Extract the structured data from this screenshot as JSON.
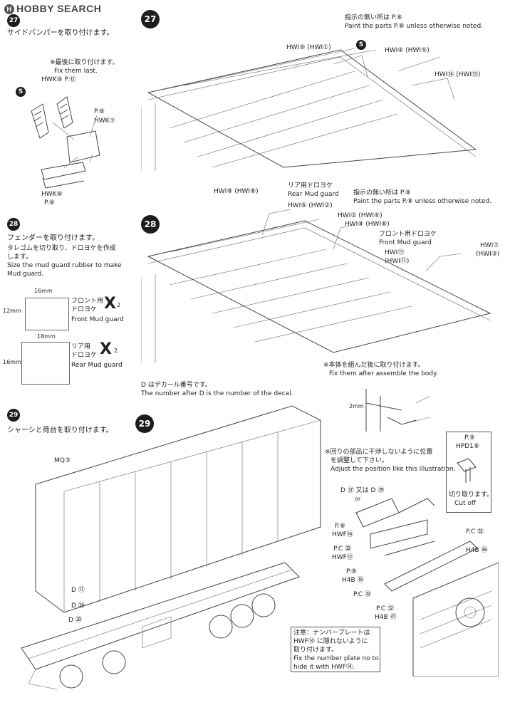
{
  "watermark": {
    "text": "HOBBY SEARCH"
  },
  "steps": {
    "s27_small": {
      "num": "27",
      "title": "サイドバンパーを取り付けます。",
      "note_jp": "※最後に取り付けます。",
      "note_en": "Fix them last.",
      "parts": [
        "HWK⑨ P.⑫",
        "P.⑧",
        "HWK⑦",
        "HWK⑧",
        "P.⑧"
      ],
      "badge": "S"
    },
    "s27_big": {
      "num": "27",
      "note_jp": "指示の無い所は P.⑧",
      "note_en": "Paint the parts P.⑧ unless otherwise noted.",
      "parts": [
        "HWI⑨ (HWI①)",
        "HWI④ (HWI⑤)",
        "HWI⑭ (HWI⑬)"
      ],
      "badge": "S"
    },
    "s28_small": {
      "num": "28",
      "title": "フェンダーを取り付けます。",
      "desc_jp_1": "タレゴムを切り取り、ドロヨケを作成",
      "desc_jp_2": "します。",
      "desc_en_1": "Size the mud guard rubber to make",
      "desc_en_2": "Mud guard.",
      "front": {
        "w": "16mm",
        "h": "12mm",
        "jp_1": "フロント用",
        "jp_2": "ドロヨケ",
        "en": "Front Mud guard",
        "mark": "X",
        "qty": "2"
      },
      "rear": {
        "w": "18mm",
        "h": "16mm",
        "jp_1": "リア用",
        "jp_2": "ドロヨケ",
        "en": "Rear Mud guard",
        "mark": "X",
        "qty": "2"
      }
    },
    "s28_big": {
      "num": "28",
      "rear_jp": "リア用ドロヨケ",
      "rear_en": "Rear Mud guard",
      "note_jp": "指示の無い所は P.⑧",
      "note_en": "Paint the parts P.⑧ unless otherwise noted.",
      "front_jp": "フロント用ドロヨケ",
      "front_en": "Front Mud guard",
      "parts": [
        "HWI⑧ (HWI⑧)",
        "HWI⑥ (HWI②)",
        "HWI② (HWI⑥)",
        "HWI⑧ (HWI⑧)",
        "HWI⑪",
        "(HWI⑪)",
        "HWI⑦",
        "(HWI③)"
      ]
    },
    "s29_small": {
      "num": "29",
      "title": "シャーシと荷台を取り付けます。",
      "part": "MQ③",
      "decals": [
        "D ⑰",
        "D ㉔",
        "D ⑳"
      ]
    },
    "s29_big": {
      "num": "29",
      "decal_jp": "D はデカール番号です。",
      "decal_en": "The number after D is the number of the decal."
    },
    "inset": {
      "note_jp": "※本体を組んだ後に取り付けます。",
      "note_en": "Fix them after assemble the body.",
      "dim": "2mm",
      "adj_jp_1": "※回りの部品に干渉しないように位置",
      "adj_jp_2": "を調整して下さい。",
      "adj_en": "Adjust the position like this illustration.",
      "hpd": "P.⑧",
      "hpd_part": "HPD1⑧",
      "cut_jp": "切り取ります。",
      "cut_en": "Cut off",
      "decal_or": "D ㉗ 又は D ㉙",
      "or": "or",
      "parts": [
        "P.⑧",
        "HWF⑭",
        "P.C ㉜",
        "HWF⑫",
        "P.⑧",
        "H4B ⑱",
        "P.C ㉜",
        "P.C ㉜",
        "H4B ㊼",
        "P.C ㉜",
        "H4B ㊽"
      ],
      "caution_jp_1": "注意：ナンバープレートは",
      "caution_jp_2": "HWF⑭ に隠れないように",
      "caution_jp_3": "取り付けます。",
      "caution_en_1": "Fix the number plate no to",
      "caution_en_2": "hide it with HWF⑭."
    }
  }
}
